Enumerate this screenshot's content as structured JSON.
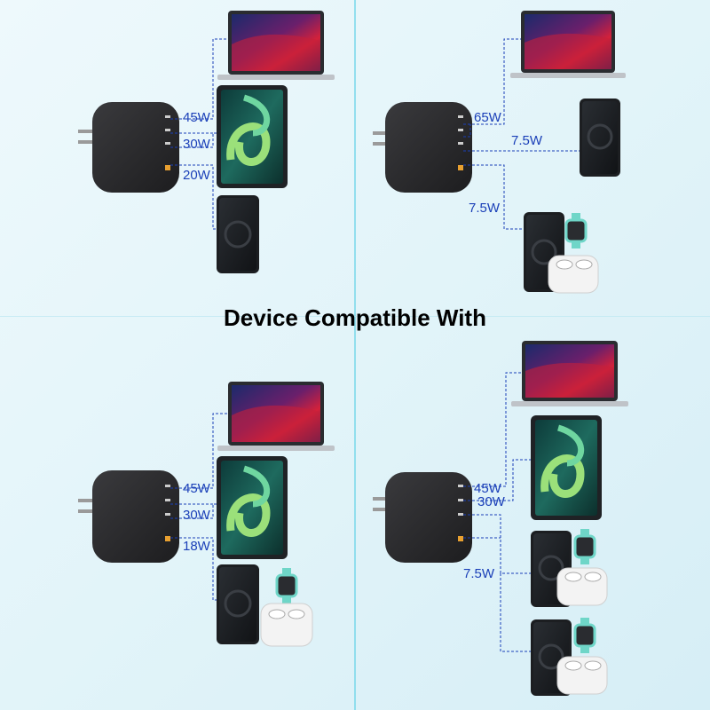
{
  "title": "Device Compatible With",
  "colors": {
    "accent": "#1a3fb8",
    "divider": "#6fd6e8",
    "charger": "#2a2a2c"
  },
  "panels": [
    {
      "id": "top-left",
      "labels": [
        "45W",
        "30W",
        "20W"
      ],
      "devices": [
        "laptop",
        "tablet",
        "phone"
      ]
    },
    {
      "id": "top-right",
      "labels": [
        "65W",
        "7.5W",
        "7.5W"
      ],
      "devices": [
        "laptop",
        "phone",
        "phone",
        "watch",
        "earbuds"
      ]
    },
    {
      "id": "bottom-left",
      "labels": [
        "45W",
        "30W",
        "18W"
      ],
      "devices": [
        "laptop",
        "tablet",
        "phone",
        "watch",
        "earbuds"
      ]
    },
    {
      "id": "bottom-right",
      "labels": [
        "45W",
        "30W",
        "7.5W"
      ],
      "devices": [
        "laptop",
        "tablet",
        "phone",
        "watch",
        "earbuds",
        "phone",
        "watch",
        "earbuds"
      ]
    }
  ]
}
